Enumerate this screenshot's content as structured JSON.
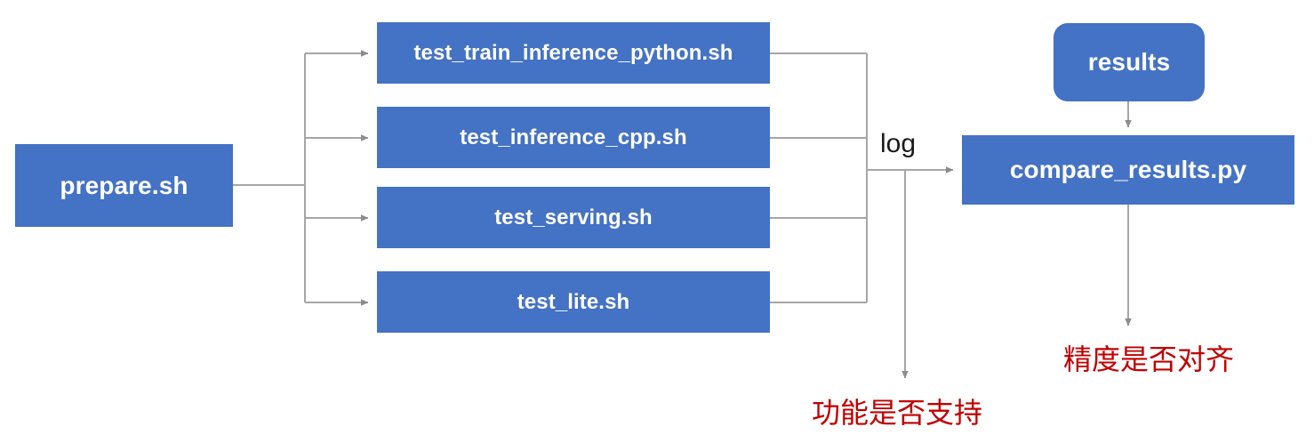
{
  "diagram": {
    "title": "PaddlePaddle TIPC test pipeline flowchart",
    "colors": {
      "node_fill": "#4472c4",
      "node_text": "#ffffff",
      "connector": "#a6a6a6",
      "annotation_red": "#c00000",
      "label_text": "#1a1a1a",
      "background": "#ffffff"
    },
    "entry": {
      "label": "prepare.sh"
    },
    "tests": [
      {
        "label": "test_train_inference_python.sh"
      },
      {
        "label": "test_inference_cpp.sh"
      },
      {
        "label": "test_serving.sh"
      },
      {
        "label": "test_lite.sh"
      }
    ],
    "edge_labels": {
      "log": "log"
    },
    "results_node": {
      "label": "results"
    },
    "compare_node": {
      "label": "compare_results.py"
    },
    "annotations": [
      {
        "id": "function-support",
        "label": "功能是否支持"
      },
      {
        "id": "accuracy-aligned",
        "label": "精度是否对齐"
      }
    ]
  }
}
